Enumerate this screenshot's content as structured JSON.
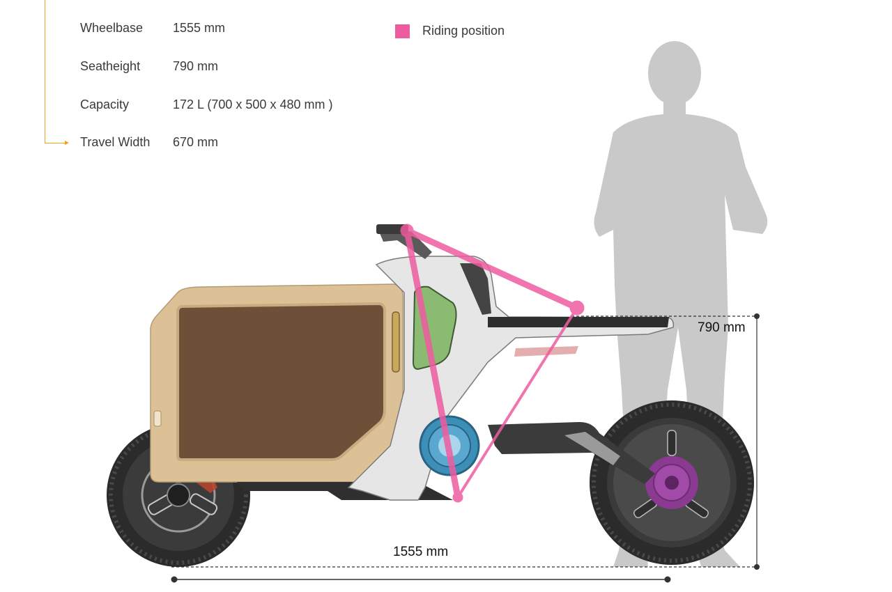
{
  "specs": [
    {
      "label": "Wheelbase",
      "value": "1555 mm"
    },
    {
      "label": "Seatheight",
      "value": "790 mm"
    },
    {
      "label": "Capacity",
      "value": "172 L (700 x 500 x 480 mm )"
    },
    {
      "label": "Travel Width",
      "value": "670 mm"
    }
  ],
  "legend": {
    "label": "Riding position",
    "color": "#ee5ca0"
  },
  "dimensions": {
    "seat_height": "790 mm",
    "wheelbase": "1555 mm"
  },
  "colors": {
    "accent_bracket": "#f0a21c",
    "cargo_box": "#dcc197",
    "cargo_panel": "#6e4f38",
    "silhouette": "#c9c9c9",
    "tire": "#2b2b2b",
    "motor_front": "#3e8fb8",
    "motor_rear": "#8a3a91"
  }
}
